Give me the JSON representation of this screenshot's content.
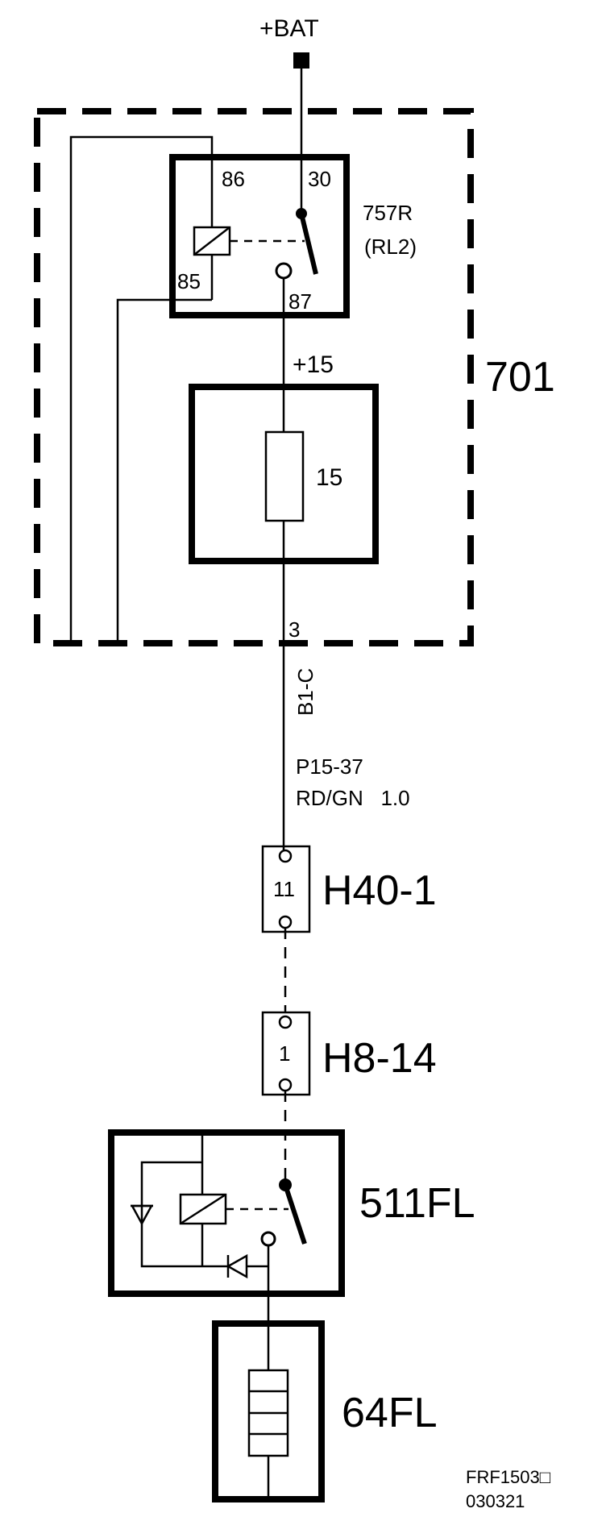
{
  "labels": {
    "bat": "+BAT",
    "pin86": "86",
    "pin30": "30",
    "pin85": "85",
    "pin87": "87",
    "relay_id": "757R",
    "relay_sub": "(RL2)",
    "box_701": "701",
    "plus15": "+15",
    "fuse": "15",
    "pin3": "3",
    "b1c": "B1-C",
    "wire_code": "P15-37",
    "wire_spec": "RD/GN   1.0",
    "conn1_pin": "11",
    "conn1_id": "H40-1",
    "conn2_pin": "1",
    "conn2_id": "H8-14",
    "relay2_id": "511FL",
    "load_id": "64FL",
    "ref_code": "FRF1503□",
    "ref_date": "030321"
  }
}
